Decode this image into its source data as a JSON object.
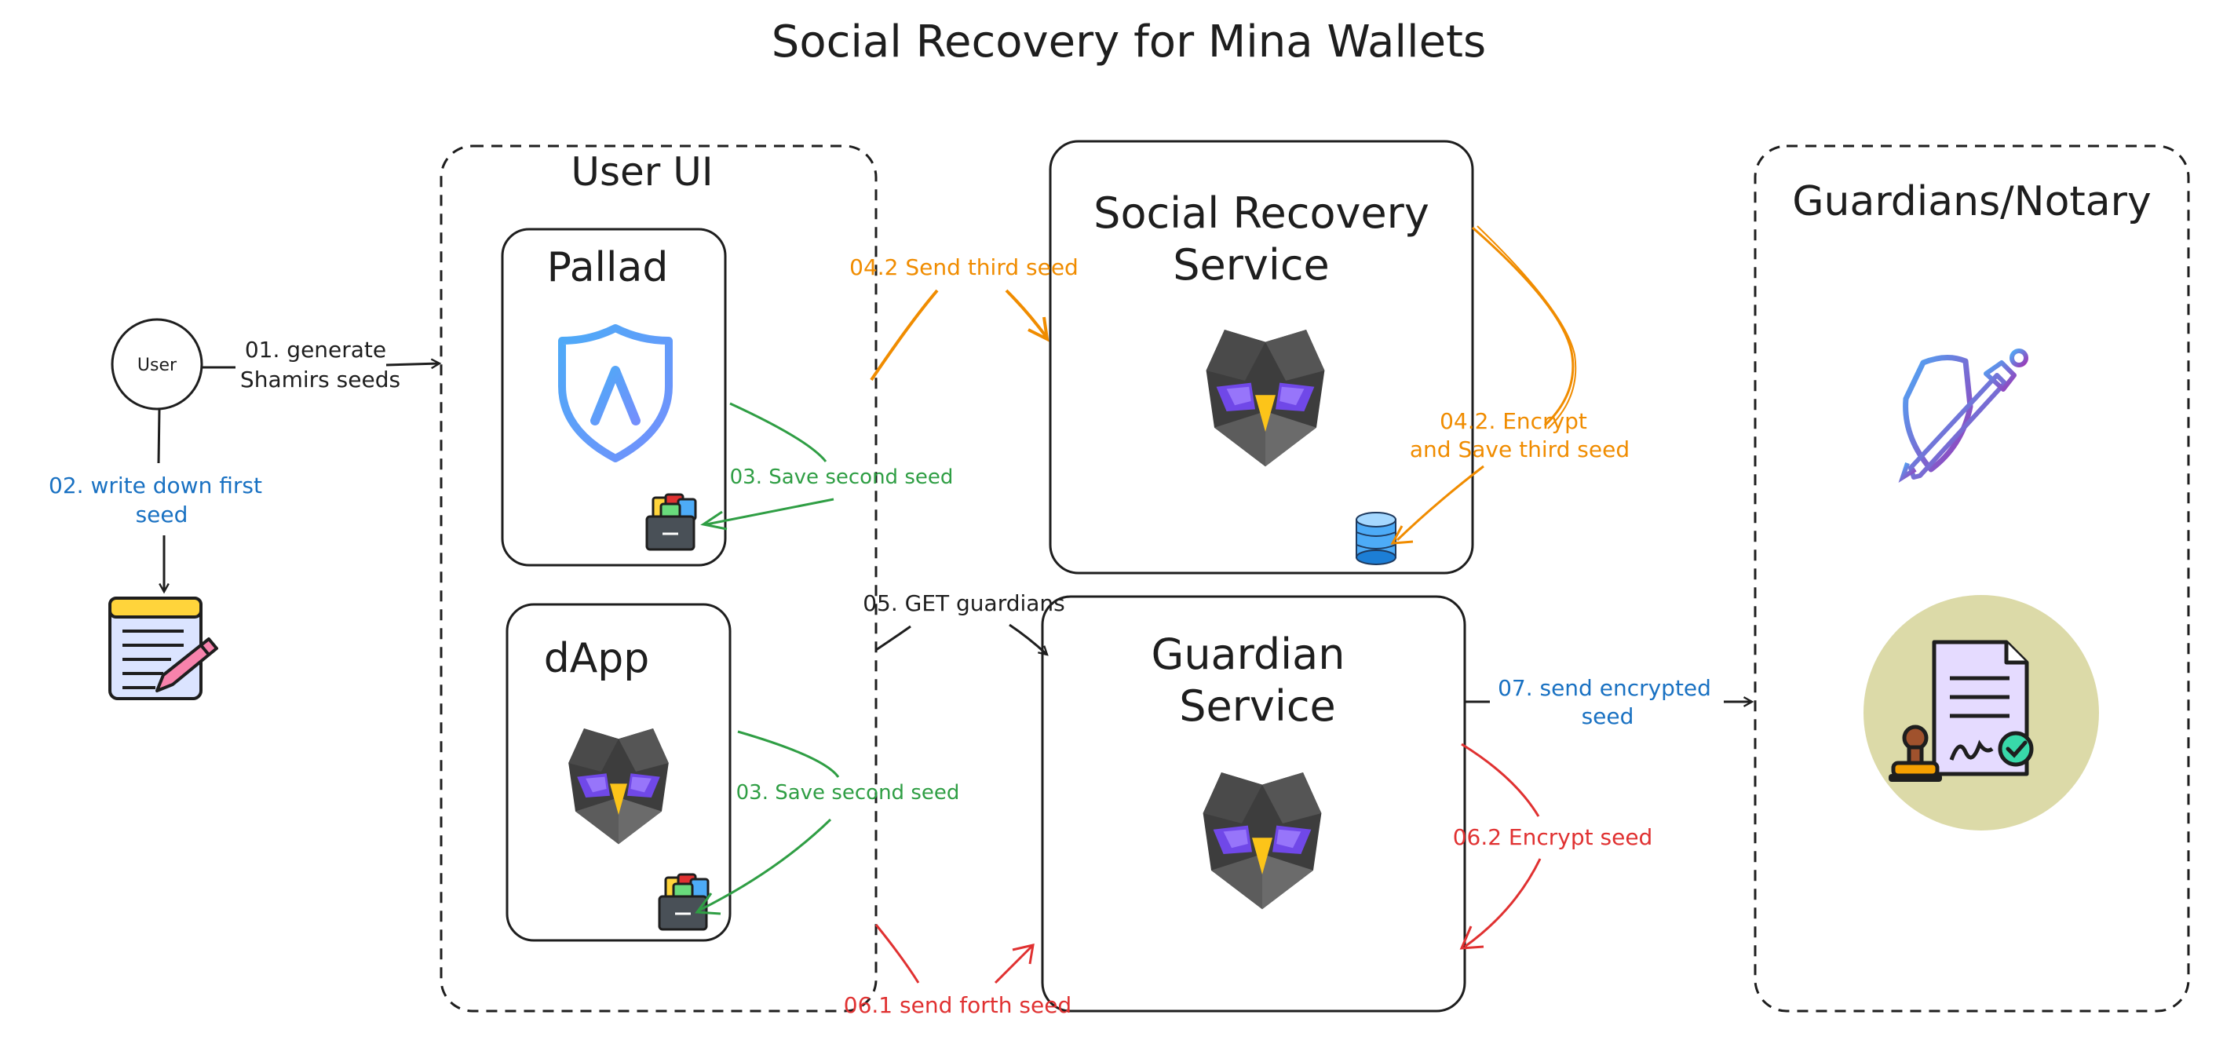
{
  "title": "Social Recovery for Mina Wallets",
  "colors": {
    "ink": "#1e1e1e",
    "blue": "#1971c2",
    "green": "#2f9e44",
    "orange": "#f08c00",
    "red": "#e03131",
    "olive": "#dcdaa8"
  },
  "nodes": {
    "user": "User",
    "user_ui": "User UI",
    "pallad": "Pallad",
    "dapp": "dApp",
    "social_recovery_service": [
      "Social Recovery",
      "Service"
    ],
    "guardian_service": [
      "Guardian",
      "Service"
    ],
    "guardians_notary": "Guardians/Notary"
  },
  "edges": {
    "e01": [
      "01. generate",
      "Shamirs seeds"
    ],
    "e02": [
      "02. write down first",
      "seed"
    ],
    "e03_pallad": "03. Save second seed",
    "e03_dapp": "03. Save second seed",
    "e04_send": "04.2 Send third seed",
    "e04_encrypt": [
      "04.2. Encrypt",
      "and Save third seed"
    ],
    "e05": "05. GET guardians",
    "e06_send": "06.1 send forth seed",
    "e06_encrypt": "06.2 Encrypt seed",
    "e07": [
      "07. send encrypted",
      "seed"
    ]
  },
  "icons": {
    "pallad_logo": "shield-logo-icon",
    "pallad_storage": "file-cabinet-icon",
    "dapp_logo": "owl-logo-icon",
    "dapp_storage": "file-cabinet-icon",
    "src_logo": "owl-logo-icon",
    "src_storage": "database-icon",
    "gs_logo": "owl-logo-icon",
    "guardian": "shield-sword-icon",
    "notary": "notarized-document-icon",
    "notepad": "notepad-pencil-icon"
  }
}
